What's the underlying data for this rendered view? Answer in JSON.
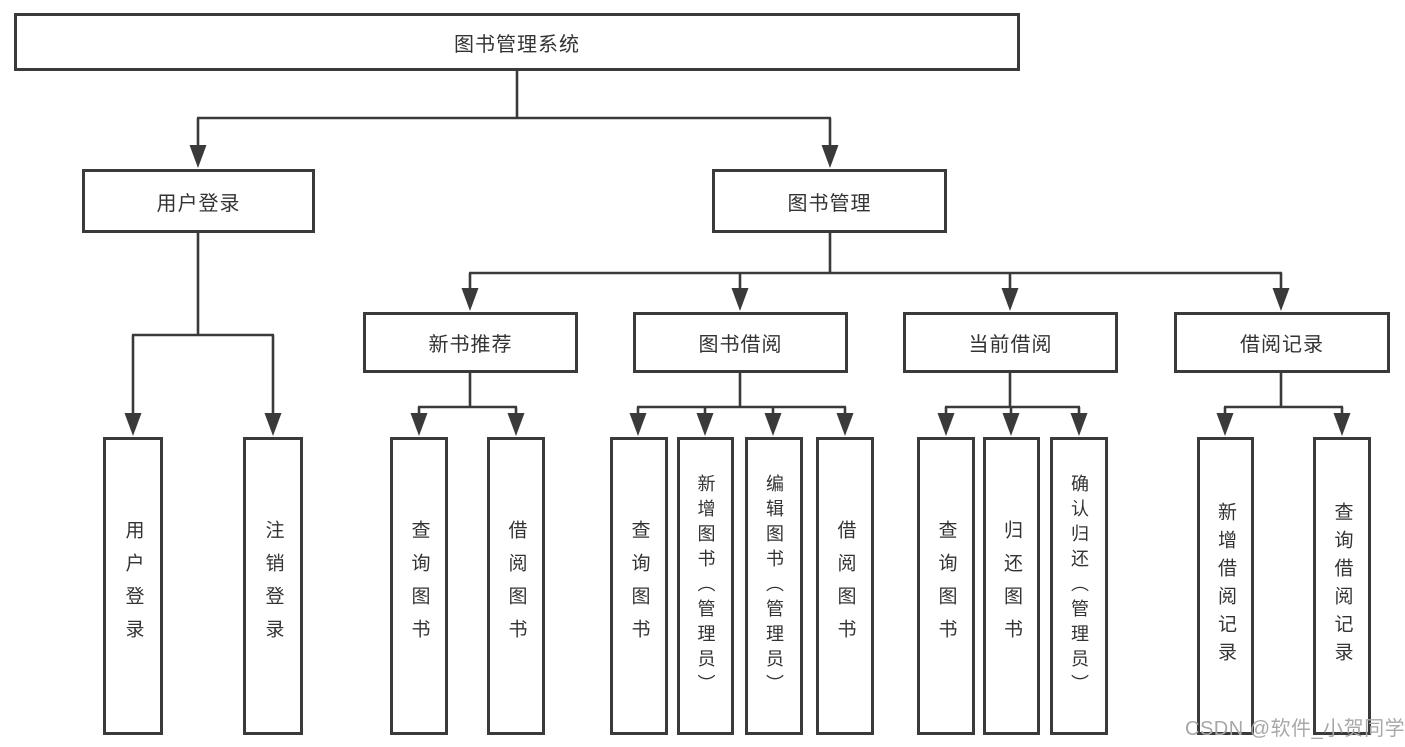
{
  "diagram_title": "图书管理系统",
  "nodes": {
    "root": "图书管理系统",
    "userLogin": "用户登录",
    "bookMgmt": "图书管理",
    "newBookRec": "新书推荐",
    "bookBorrow": "图书借阅",
    "currentBorrow": "当前借阅",
    "borrowRecord": "借阅记录",
    "leafUserLogin": "用户登录",
    "leafLogout": "注销登录",
    "leafRecQuery": "查询图书",
    "leafRecBorrow": "借阅图书",
    "leafBbQuery": "查询图书",
    "leafBbAdd": "新增图书（管理员）",
    "leafBbEdit": "编辑图书（管理员）",
    "leafBbBorrow": "借阅图书",
    "leafCbQuery": "查询图书",
    "leafCbReturn": "归还图书",
    "leafCbConfirm": "确认归还（管理员）",
    "leafBrAdd": "新增借阅记录",
    "leafBrQuery": "查询借阅记录"
  },
  "tree": {
    "root": "图书管理系统",
    "children": [
      {
        "label": "用户登录",
        "children": [
          "用户登录",
          "注销登录"
        ]
      },
      {
        "label": "图书管理",
        "children": [
          {
            "label": "新书推荐",
            "children": [
              "查询图书",
              "借阅图书"
            ]
          },
          {
            "label": "图书借阅",
            "children": [
              "查询图书",
              "新增图书（管理员）",
              "编辑图书（管理员）",
              "借阅图书"
            ]
          },
          {
            "label": "当前借阅",
            "children": [
              "查询图书",
              "归还图书",
              "确认归还（管理员）"
            ]
          },
          {
            "label": "借阅记录",
            "children": [
              "新增借阅记录",
              "查询借阅记录"
            ]
          }
        ]
      }
    ]
  },
  "watermark": {
    "text": "CSDN @软件_小贺同学"
  },
  "colors": {
    "line": "#3a3a3a",
    "border": "#3a3a3a",
    "text": "#333333",
    "watermark": "#a8a8a8",
    "background": "#ffffff"
  }
}
